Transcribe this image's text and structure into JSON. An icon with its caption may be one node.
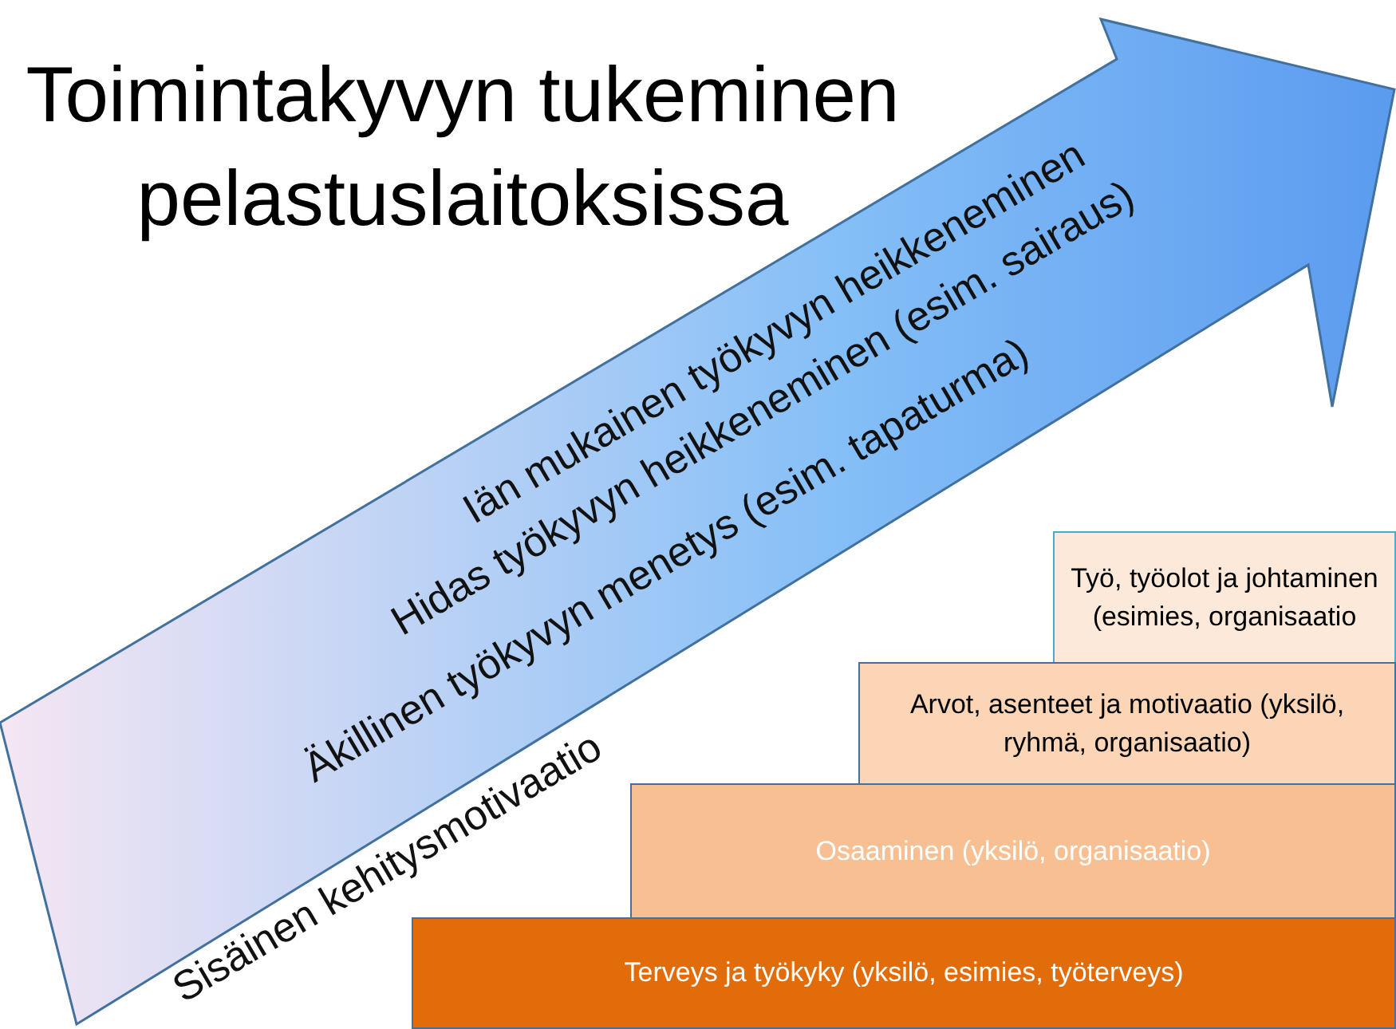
{
  "diagram": {
    "title": "Toimintakyvyn tukeminen pelastuslaitoksissa",
    "nodes": [
      {
        "text": [
          "Iän mukainen työkyvyn heikkeneminen",
          "Hidas työkyvyn heikkeneminen (esim. sairaus)",
          "Äkillinen työkyvyn menetys (esim. tapaturma)",
          "Sisäinen kehitysmotivaatio"
        ]
      },
      {
        "text": [
          "Työ, työolot ja johtaminen (esimies, organisaatio"
        ]
      },
      {
        "text": [
          "Arvot, asenteet ja motivaatio (yksilö, ryhmä, organisaatio)"
        ]
      },
      {
        "text": [
          "Osaaminen (yksilö, organisaatio)"
        ]
      },
      {
        "text": [
          "Terveys ja työkyky (yksilö, esimies, työterveys)"
        ]
      }
    ],
    "edges": []
  }
}
